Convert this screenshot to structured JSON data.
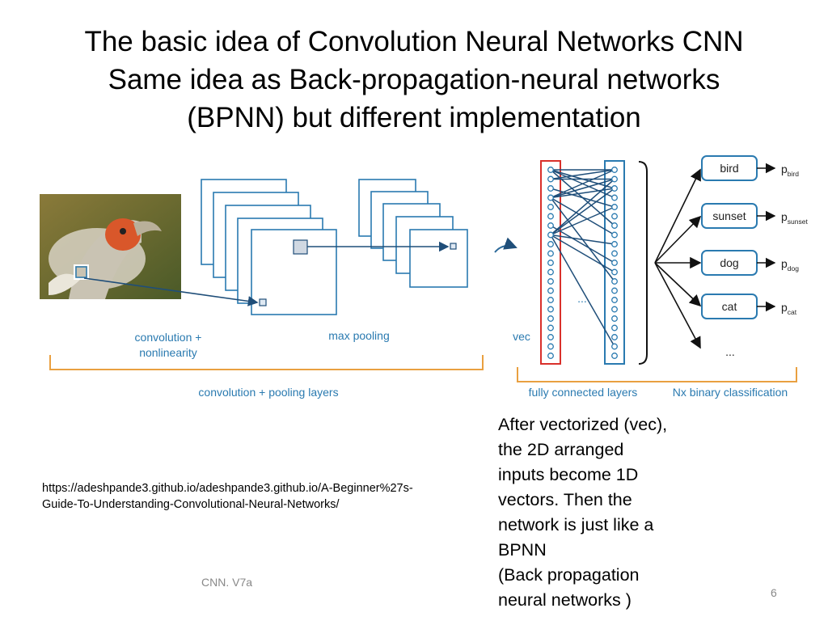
{
  "title": {
    "line1": "The basic idea of Convolution Neural Networks CNN",
    "line2": "Same idea as Back-propagation-neural networks",
    "line3": "(BPNN) but different implementation"
  },
  "diagram": {
    "labels": {
      "convolution_line1": "convolution +",
      "convolution_line2": "nonlinearity",
      "max_pooling": "max pooling",
      "conv_pool_layers": "convolution + pooling layers",
      "vec": "vec",
      "fully_connected_layers": "fully connected layers",
      "binary_classification": "Nx binary classification",
      "hidden_ellipsis": "...",
      "class_ellipsis": "..."
    },
    "classes": [
      {
        "name": "bird",
        "p": "p",
        "sub": "bird"
      },
      {
        "name": "sunset",
        "p": "p",
        "sub": "sunset"
      },
      {
        "name": "dog",
        "p": "p",
        "sub": "dog"
      },
      {
        "name": "cat",
        "p": "p",
        "sub": "cat"
      }
    ],
    "colors": {
      "blue": "#2a7ab0",
      "red": "#d9302b",
      "orange": "#e9a040",
      "arrow": "#2d6a9a"
    }
  },
  "note": {
    "line1": "After vectorized (vec),",
    "line2": "the 2D arranged",
    "line3": "inputs become 1D",
    "line4": "vectors. Then the",
    "line5": "network is just like a",
    "line6": "BPNN",
    "line7": "(Back propagation",
    "line8": "neural networks )"
  },
  "url": {
    "line1": "https://adeshpande3.github.io/adeshpande3.github.io/A-Beginner%27s-",
    "line2": "Guide-To-Understanding-Convolutional-Neural-Networks/"
  },
  "footer": {
    "label": "CNN. V7a",
    "page": "6"
  }
}
